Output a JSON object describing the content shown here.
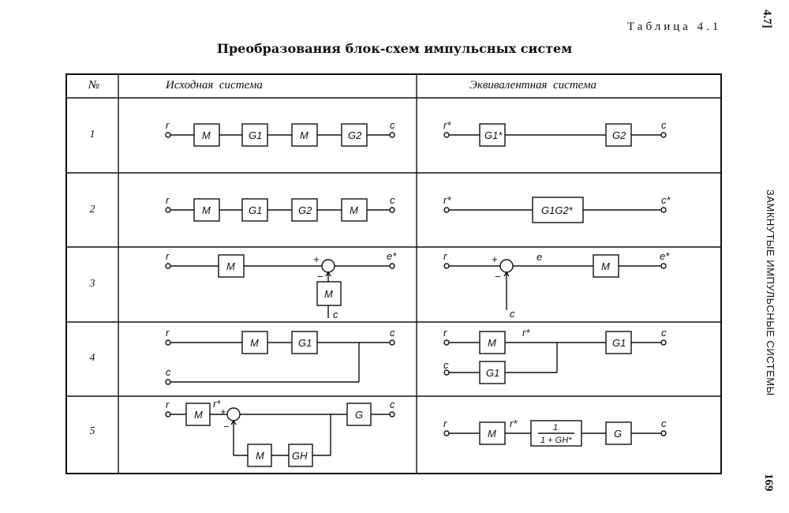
{
  "page": {
    "table_label": "Таблица 4.1",
    "title": "Преобразования блок-схем импульсных систем",
    "section_number": "4.7]",
    "running_header": "ЗАМКНУТЫЕ ИМПУЛЬСНЫЕ СИСТЕМЫ",
    "page_number": "169"
  },
  "table": {
    "headers": {
      "number": "№",
      "original": "Исходная  система",
      "equivalent": "Эквивалентная  система"
    },
    "rows": [
      {
        "number": "1"
      },
      {
        "number": "2"
      },
      {
        "number": "3"
      },
      {
        "number": "4"
      },
      {
        "number": "5"
      }
    ]
  },
  "symbols": {
    "r": "r",
    "c": "c",
    "r_star": "r*",
    "c_star": "c*",
    "e": "e",
    "e_star": "e*",
    "M": "M",
    "G": "G",
    "G1": "G1",
    "G2": "G2",
    "G1_star": "G1*",
    "G1G2_star": "G1G2*",
    "GH": "GH",
    "plus": "+",
    "minus": "−",
    "frac_num": "1",
    "frac_den": "1 + GH*"
  }
}
